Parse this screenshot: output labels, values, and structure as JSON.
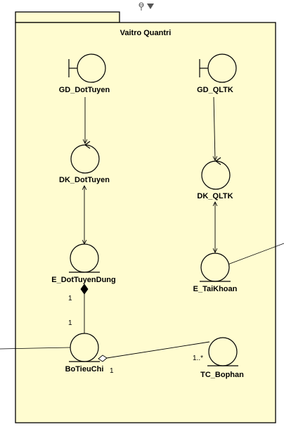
{
  "package": {
    "name": "Vaitro Quantri",
    "fill_color": "#fffcd0"
  },
  "toolbar": {
    "pin_icon": "pin-icon",
    "dropdown_icon": "dropdown-triangle-icon"
  },
  "elements": [
    {
      "id": "gd_dottuyen",
      "stereotype": "boundary",
      "label": "GD_DotTuyen"
    },
    {
      "id": "gd_qltk",
      "stereotype": "boundary",
      "label": "GD_QLTK"
    },
    {
      "id": "dk_dottuyen",
      "stereotype": "control",
      "label": "DK_DotTuyen"
    },
    {
      "id": "dk_qltk",
      "stereotype": "control",
      "label": "DK_QLTK"
    },
    {
      "id": "e_dottuyendung",
      "stereotype": "entity",
      "label": "E_DotTuyenDung"
    },
    {
      "id": "e_taikhoan",
      "stereotype": "entity",
      "label": "E_TaiKhoan"
    },
    {
      "id": "botieuchi",
      "stereotype": "entity",
      "label": "BoTieuChi"
    },
    {
      "id": "tc_bophan",
      "stereotype": "entity",
      "label": "TC_Bophan"
    }
  ],
  "connectors": [
    {
      "from": "gd_dottuyen",
      "to": "dk_dottuyen",
      "kind": "directed"
    },
    {
      "from": "gd_qltk",
      "to": "dk_qltk",
      "kind": "directed"
    },
    {
      "from": "dk_dottuyen",
      "to": "e_dottuyendung",
      "kind": "bidirectional"
    },
    {
      "from": "dk_qltk",
      "to": "e_taikhoan",
      "kind": "bidirectional"
    },
    {
      "from": "e_dottuyendung",
      "to": "botieuchi",
      "kind": "composition",
      "source_mult": "1",
      "target_mult": "1"
    },
    {
      "from": "botieuchi",
      "to": "tc_bophan",
      "kind": "aggregation",
      "source_mult": "1",
      "target_mult": "1..*"
    }
  ],
  "multiplicities": {
    "comp_top": "1",
    "comp_bottom": "1",
    "agg_source": "1",
    "agg_target": "1..*"
  }
}
